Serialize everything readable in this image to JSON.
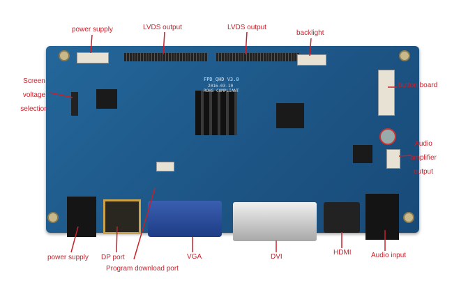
{
  "board": {
    "silkscreen": [
      "FPD_QHD V3.0",
      "2016-03-10",
      "ROHS COMPLIANT"
    ]
  },
  "labels": {
    "power_supply_top": "power supply",
    "lvds_output_1": "LVDS output",
    "lvds_output_2": "LVDS output",
    "backlight": "backlight",
    "screen_voltage": [
      "Screen",
      "voltage",
      "selection"
    ],
    "button_board": "button board",
    "audio_amp": [
      "Audio",
      "amplifier",
      "output"
    ],
    "power_supply_bottom": "power supply",
    "dp_port": "DP port",
    "program_download": "Program download port",
    "vga": "VGA",
    "dvi": "DVI",
    "hdmi": "HDMI",
    "audio_input": "Audio input"
  },
  "colors": {
    "label": "#c8202a",
    "board": "#1c5484"
  }
}
